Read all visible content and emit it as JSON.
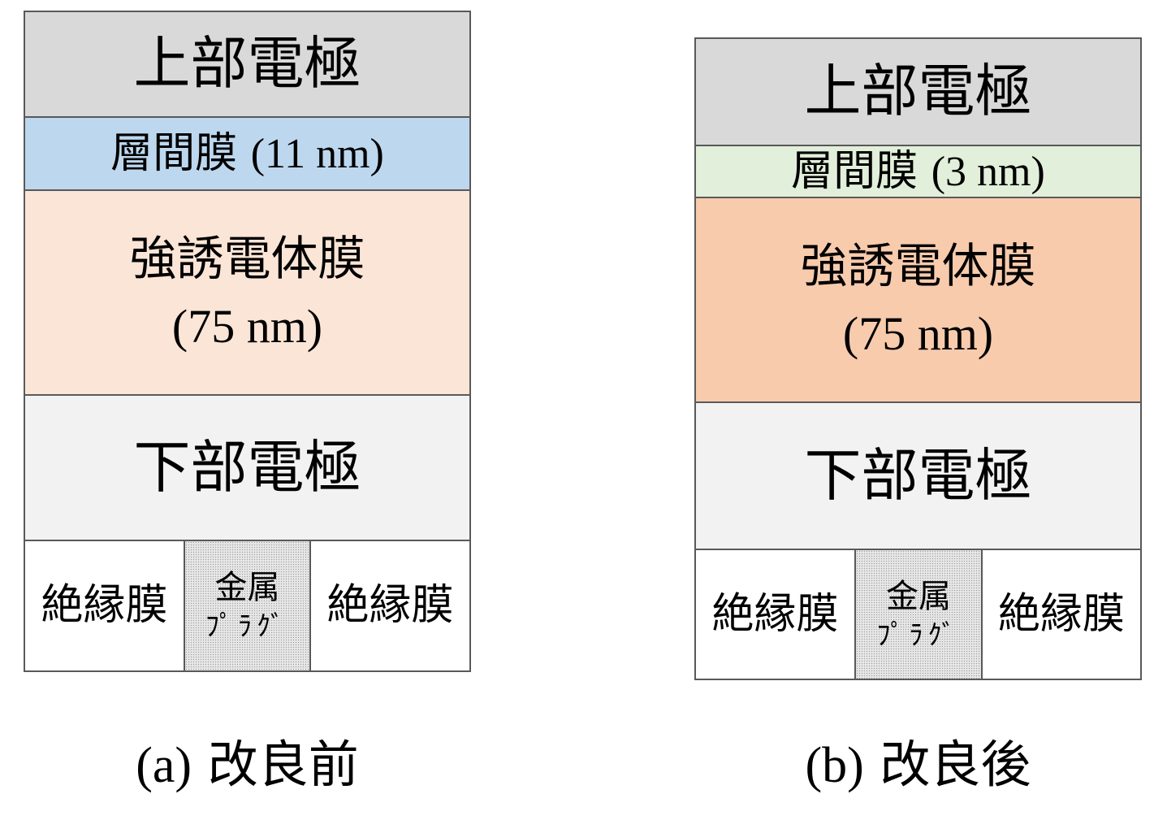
{
  "left": {
    "top_electrode": "上部電極",
    "interlayer_name": "層間膜",
    "interlayer_thickness": "(11 nm)",
    "ferro_name": "強誘電体膜",
    "ferro_thickness": "(75 nm)",
    "bottom_electrode": "下部電極",
    "insulator_left": "絶縁膜",
    "plug_line1": "金属",
    "plug_line2": "ﾌﾟﾗｸﾞ",
    "insulator_right": "絶縁膜",
    "caption_label": "(a)",
    "caption_text": "改良前",
    "colors": {
      "top": "#d9d9d9",
      "interlayer": "#bdd7ee",
      "ferro": "#fbe5d6",
      "bottom": "#f2f2f2"
    }
  },
  "right": {
    "top_electrode": "上部電極",
    "interlayer_name": "層間膜",
    "interlayer_thickness": "(3 nm)",
    "ferro_name": "強誘電体膜",
    "ferro_thickness": "(75 nm)",
    "bottom_electrode": "下部電極",
    "insulator_left": "絶縁膜",
    "plug_line1": "金属",
    "plug_line2": "ﾌﾟﾗｸﾞ",
    "insulator_right": "絶縁膜",
    "caption_label": "(b)",
    "caption_text": "改良後",
    "colors": {
      "top": "#d9d9d9",
      "interlayer": "#e2efda",
      "ferro": "#f8cbad",
      "bottom": "#f2f2f2"
    }
  }
}
